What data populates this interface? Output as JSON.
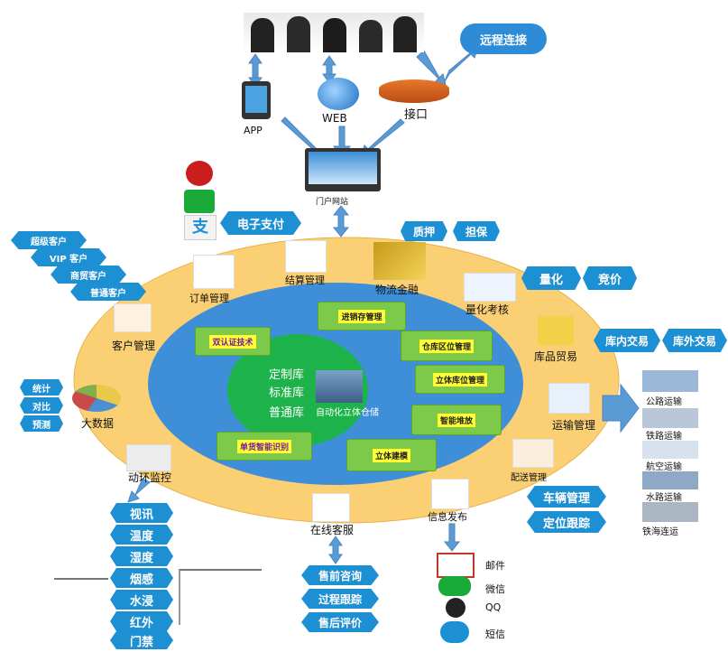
{
  "top": {
    "app": "APP",
    "web": "WEB",
    "interface": "接口",
    "remote": "远程连接",
    "portal": "门户网站",
    "pay": "电子支付"
  },
  "customers": [
    "超级客户",
    "VIP 客户",
    "商贸客户",
    "普通客户"
  ],
  "modules": {
    "order": "订单管理",
    "settle": "结算管理",
    "finance": "物流金融",
    "quant": "量化考核",
    "trade": "库品贸易",
    "customer": "客户管理",
    "bigdata": "大数据",
    "transport": "运输管理",
    "monitor": "动环监控",
    "delivery": "配送管理",
    "service": "在线客服",
    "release": "信息发布"
  },
  "inner": {
    "dual": "双认证技术",
    "inv": "进销存管理",
    "area": "仓库区位管理",
    "stereo_loc": "立体库位管理",
    "smart": "智能堆放",
    "model": "立体建模",
    "rfid": "单货智能识别"
  },
  "core": {
    "custom": "定制库",
    "standard": "标准库",
    "general": "普通库",
    "auto": "自动化立体仓储"
  },
  "right_tags": {
    "pledge": "质押",
    "guarantee": "担保",
    "quant": "量化",
    "bid": "竞价",
    "in_trade": "库内交易",
    "out_trade": "库外交易",
    "vehicle": "车辆管理",
    "locate": "定位跟踪"
  },
  "transport_modes": [
    "公路运输",
    "铁路运输",
    "航空运输",
    "水路运输",
    "铁海连运"
  ],
  "left_tags": [
    "统计",
    "对比",
    "预测"
  ],
  "sensors": [
    "视讯",
    "温度",
    "湿度",
    "烟感",
    "水浸",
    "红外",
    "门禁"
  ],
  "service_steps": [
    "售前咨询",
    "过程跟踪",
    "售后评价"
  ],
  "channels": [
    "邮件",
    "微信",
    "QQ",
    "短信"
  ],
  "colors": {
    "outer": "#fbd074",
    "middle": "#3f8fd8",
    "center": "#1db34a",
    "tag": "#1d8fd3",
    "arrow": "#5b9bd5"
  }
}
